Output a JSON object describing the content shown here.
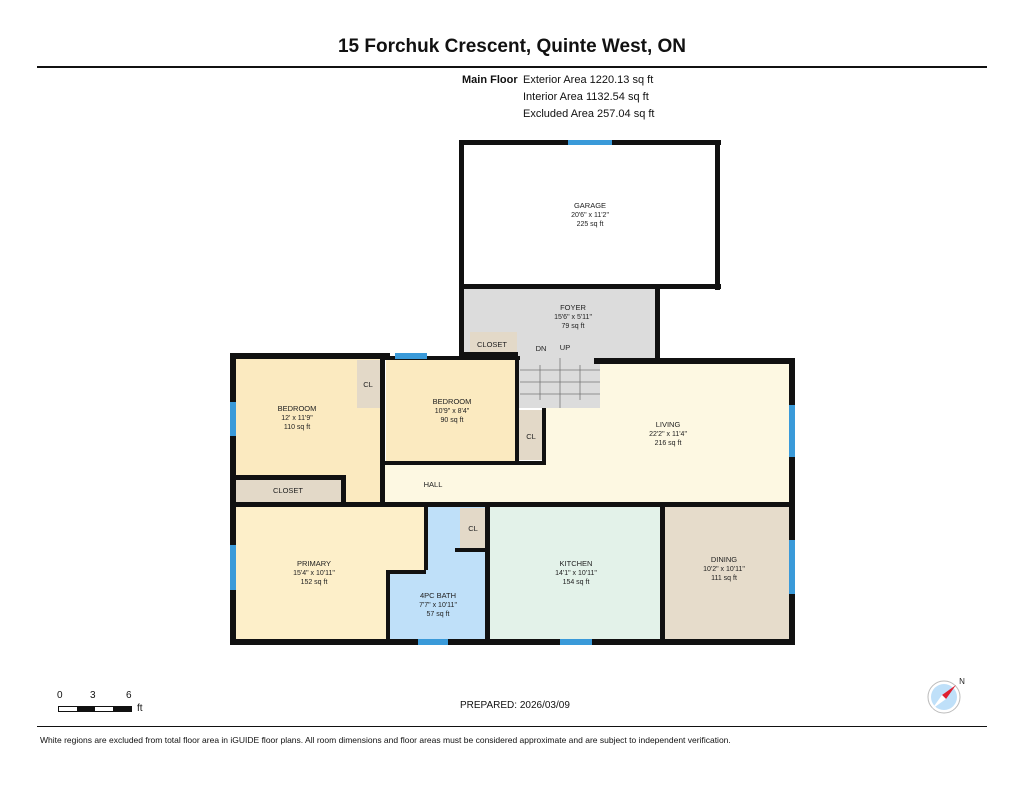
{
  "header": {
    "title": "15 Forchuk Crescent, Quinte West, ON"
  },
  "floor_summary": {
    "floor_label": "Main Floor",
    "exterior": "Exterior Area 1220.13 sq ft",
    "interior": "Interior Area 1132.54 sq ft",
    "excluded": "Excluded Area 257.04 sq ft"
  },
  "rooms": {
    "garage": {
      "name": "GARAGE",
      "dims": "20'6\" x 11'2\"",
      "area": "225 sq ft"
    },
    "foyer": {
      "name": "FOYER",
      "dims": "15'6\" x 5'11\"",
      "area": "79 sq ft"
    },
    "bedroom1": {
      "name": "BEDROOM",
      "dims": "12' x 11'9\"",
      "area": "110 sq ft"
    },
    "bedroom2": {
      "name": "BEDROOM",
      "dims": "10'9\" x 8'4\"",
      "area": "90 sq ft"
    },
    "living": {
      "name": "LIVING",
      "dims": "22'2\" x 11'4\"",
      "area": "216 sq ft"
    },
    "primary": {
      "name": "PRIMARY",
      "dims": "15'4\" x 10'11\"",
      "area": "152 sq ft"
    },
    "bath": {
      "name": "4PC BATH",
      "dims": "7'7\" x 10'11\"",
      "area": "57 sq ft"
    },
    "kitchen": {
      "name": "KITCHEN",
      "dims": "14'1\" x 10'11\"",
      "area": "154 sq ft"
    },
    "dining": {
      "name": "DINING",
      "dims": "10'2\" x 10'11\"",
      "area": "111 sq ft"
    },
    "hall": {
      "name": "HALL"
    },
    "closet_foyer": "CLOSET",
    "closet_primary": "CLOSET",
    "cl": "CL",
    "stairs_down": "DN",
    "stairs_up": "UP"
  },
  "scale_bar": {
    "ticks": [
      "0",
      "3",
      "6"
    ],
    "unit": "ft"
  },
  "compass": {
    "label": "N"
  },
  "prepared": "PREPARED: 2026/03/09",
  "footer": "White regions are excluded from total floor area in iGUIDE floor plans. All room dimensions and floor areas must be considered approximate and are subject to independent verification.",
  "colors": {
    "wall": "#111111",
    "window": "#3a9ad9",
    "bedroom": "#fbeac0",
    "living": "#fdf8e2",
    "bath": "#bfe0f9",
    "kitchen": "#e3f2e9",
    "dining": "#e6dccb",
    "foyer": "#dcdcdc",
    "closet": "#e3d9c8"
  }
}
